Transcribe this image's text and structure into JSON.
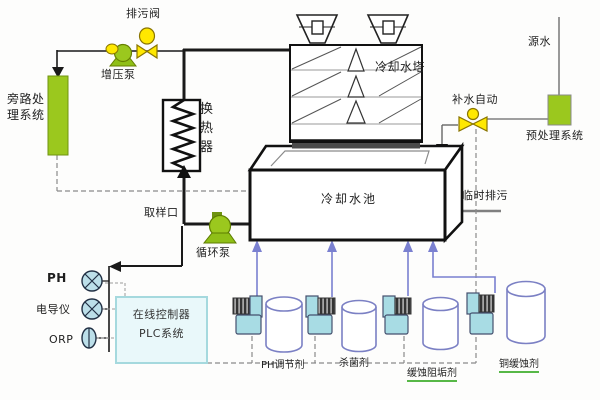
{
  "diagram": {
    "title_semantic": "circulating-cooling-water-system-flow-diagram",
    "labels": {
      "drain_valve": "排污阀",
      "booster_pump": "增压泵",
      "bypass_line1": "旁路处",
      "bypass_line2": "理系统",
      "heat_exchanger": "换热器",
      "cooling_tower": "冷却水塔",
      "source_water": "源水",
      "makeup_valve": "补水自动",
      "pretreatment": "预处理系统",
      "cooling_pool": "冷却水池",
      "temporary_drain": "临时排污",
      "sampling_port": "取样口",
      "circulation_pump": "循环泵",
      "ph_meter": "PH",
      "conductivity_meter": "电导仪",
      "orp_meter": "ORP",
      "plc_line1": "在线控制器",
      "plc_line2": "PLC系统",
      "dosing_ph": "PH调节剂",
      "dosing_biocide": "杀菌剂",
      "dosing_inhibitor": "缓蚀阻垢剂",
      "dosing_copper": "铜缓蚀剂"
    },
    "colors": {
      "equipment_green": "#9bc81e",
      "equipment_green_dark": "#6f9310",
      "valve_yellow": "#ffe800",
      "sensor_blue": "#bcdfe9",
      "dosing_pump_blue": "#a8dce4",
      "plc_fill": "#e9f8fa",
      "plc_border": "#a5d9de",
      "tank_outline": "#7b80c4",
      "dosing_line_blue": "#7a80d0",
      "pipe_black": "#1a1a1a",
      "pipe_gray": "#8a8a8a",
      "underline_green": "#57b847",
      "tower_shadow": "#4b4b4b"
    },
    "icons": {
      "control_valve": "bowtie-triangles-with-round-actuator",
      "pump": "green-circle-on-trapezoid-base",
      "sensor": "circle-with-cross",
      "dosing_pump": "striped-motor-with-blue-body",
      "chemical_tank": "cylinder",
      "fan_unit": "trapezoid-with-motor-box",
      "flow_arrow": "filled-triangle"
    }
  }
}
